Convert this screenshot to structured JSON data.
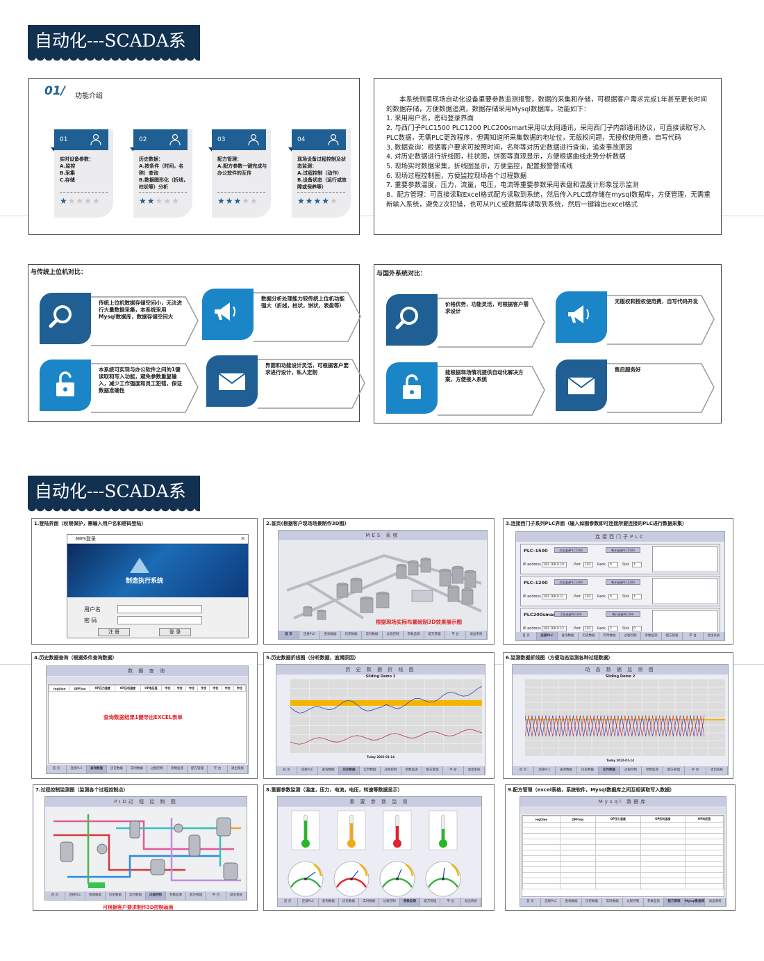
{
  "section1": {
    "banner_title": "自动化---SCADA系统",
    "feature_panel": {
      "heading_number": "01/",
      "heading_label": "功能介绍",
      "cards": [
        {
          "num": "01",
          "lines": [
            "实时设备参数：",
            "A.监控",
            "B.采集",
            "C.存储"
          ],
          "stars": 1
        },
        {
          "num": "02",
          "lines": [
            "历史数据：",
            "A.按条件（时间，名称）查询",
            "B.数据图形化（折线，柱状等）分析"
          ],
          "stars": 2
        },
        {
          "num": "03",
          "lines": [
            "配方管理：",
            "A.配方参数一键完成与办公软件的互传"
          ],
          "stars": 3
        },
        {
          "num": "04",
          "lines": [
            "现场设备过程控制及状态监测：",
            "A.过程控制（动作）",
            "B.设备状态（运行或故障或保养等）"
          ],
          "stars": 4
        }
      ]
    },
    "description": {
      "intro": "本系统侧重现场自动化设备重要参数监测报警，数据的采集和存储，可根据客户需求完成1年甚至更长时间的数据存储，方便数据追溯，数据存储采用Mysql数据库。功能如下：",
      "items": [
        "1. 采用用户名，密码登录界面",
        "2. 与西门子PLC1500  PLC1200  PLC200smart采用以太网通讯，采用西门子内部通讯协议，可直接读取写入PLC数据，无需PLC更改程序，但需知道所采集数据的地址位，无版权问题，无授权使用费，自写代码",
        "3. 数据查询：根据客户要求可按照时间，名称等对历史数据进行查询，追查事故原因",
        "4. 对历史数据进行折线图，柱状图，饼图等直观显示，方便根据曲线走势分析数据",
        "5. 现场实时数据采集，折线图显示，方便监控，配置报警警戒线",
        "6. 现场过程控制图，方便监控现场各个过程数据",
        "7. 重要参数温度，压力，流量，电压，电流等重要参数采用表盘和温度计形象显示监测",
        "8．配方管理：可直接读取Excel格式配方读取到系统，然后传入PLC或存储在mysql数据库，方便管理，无需重新输入系统，避免2次犯错，也可从PLC或数据库读取到系统，然后一键输出excel格式"
      ]
    },
    "compare_traditional": {
      "title": "与传统上位机对比：",
      "items": [
        {
          "icon": "search-icon",
          "text": "传统上位机数据存储空间小，无法进行大量数据采集，本系统采用Mysql数据库，数据存储空间大"
        },
        {
          "icon": "megaphone-icon",
          "text": "数据分析处理能力较传统上位机功能强大（折线，柱状，饼状，表盘等）"
        },
        {
          "icon": "lock-icon",
          "text": "本系统可实现与办公软件之间的1键读取和写入功能，避免参数重复输入，减少工作强度和员工犯错，保证数据准确性"
        },
        {
          "icon": "mail-icon",
          "text": "界面和功能设计灵活，可根据客户要求进行设计，私人定制"
        }
      ]
    },
    "compare_foreign": {
      "title": "与国外系统对比：",
      "items": [
        {
          "icon": "search-icon",
          "text": "价格优势，功能灵活，可根据客户需求设计"
        },
        {
          "icon": "megaphone-icon",
          "text": "无版权和授权使用费，自写代码开发"
        },
        {
          "icon": "lock-icon",
          "text": "能根据现场情况提供自动化解决方案，方便接入系统"
        },
        {
          "icon": "mail-icon",
          "text": "售后服务好"
        }
      ]
    }
  },
  "section2": {
    "banner_title": "自动化---SCADA系统",
    "nav_items": [
      "首 页",
      "连接PLC",
      "查询数据",
      "历史数据",
      "实时数据",
      "过程控制",
      "参数监测",
      "配方管理",
      "平 台",
      "退出系统"
    ],
    "shots": [
      {
        "label": "1.登陆界面（权限保护，需输入用户名和密码登陆）",
        "login": {
          "window_title": "MES登录",
          "brand": "制造执行系统",
          "user_label": "用户名",
          "pwd_label": "密  码",
          "reg_button": "注 册",
          "login_button": "登 录"
        }
      },
      {
        "label": "2.首页(根据客户现场场景制作3D图)",
        "window_title": "MES 系统",
        "note": "根据现场实际布置绘制3D效果展示图"
      },
      {
        "label": "3.连接西门子系列PLC界面（输入如图参数即可连接所要连接的PLC进行数据采集）",
        "window_title": "连接西门子PLC",
        "rows": [
          {
            "name": "PLC-1500",
            "connect": "点击连接PLC1500",
            "disconnect": "断开连接PLC1500",
            "ip": "192.168.0.10",
            "port": "102",
            "rack": "0",
            "slot": "1"
          },
          {
            "name": "PLC-1200",
            "connect": "点击连接PLC1200",
            "disconnect": "断开连接PLC1200",
            "ip": "192.168.0.11",
            "port": "102",
            "rack": "0",
            "slot": "1"
          },
          {
            "name": "PLC200smart",
            "connect": "点击连接PLC200",
            "disconnect": "断开连接PLC200",
            "ip": "192.168.0.12",
            "port": "102",
            "rack": "2",
            "slot": "0"
          }
        ],
        "ip_label": "IP address",
        "port_label": "Port",
        "rack_label": "Rack",
        "slot_label": "Slot"
      },
      {
        "label": "4.历史数据查询（根据条件查询数据）",
        "window_title": "数 据 查 询",
        "note": "查询数据结果1键导出EXCEL表单",
        "columns": [
          "regtime",
          "OPFlow",
          "OP压力温度",
          "OP压机温度",
          "OP电压值",
          "字位",
          "字位",
          "字位",
          "字位",
          "字位",
          "字位",
          "字位"
        ]
      },
      {
        "label": "5.历史数据折线图（分析数据，追溯原因）",
        "window_title": "历 史 数 据 折 线 图",
        "chart_title": "Sliding Demo 2",
        "xlabel": "Today 2022-01-14"
      },
      {
        "label": "6.监测数据折线图（方便动态监测各种过程数据）",
        "window_title": "动 态 数 据 监 测 图",
        "chart_title": "Sliding Demo 2",
        "xlabel": "Today 2022-01-14"
      },
      {
        "label": "7.过程控制监测图（监测各个过程控制点）",
        "window_title": "PID过 程 控 制 图",
        "note": "可根据客户要求制作3D控制画面"
      },
      {
        "label": "8.重要参数监测（温度，压力，电流，电压，转速等数据显示）",
        "window_title": "重 要 参 数 监 测"
      },
      {
        "label": "9.配方管理（excel表格，系统软件，Mysql数据库之间互相读取写入数据）",
        "window_title": "Mysql 数据库",
        "columns": [
          "regtime",
          "OPFlow",
          "OP压力温度",
          "OP压机温度",
          "OP电压值"
        ],
        "nav_special": "Mysql数据库"
      }
    ]
  },
  "colors": {
    "navy": "#12304f",
    "blue": "#1f5f93",
    "cyan": "#1a86c7",
    "red": "#e3222a"
  }
}
